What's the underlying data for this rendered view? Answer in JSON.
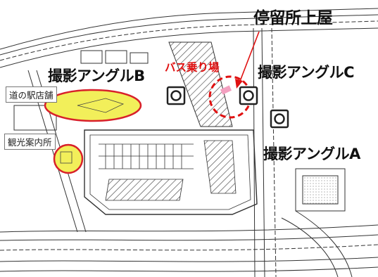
{
  "map": {
    "labels": {
      "shelter": "停留所上屋",
      "angle_a": "撮影アングルA",
      "angle_b": "撮影アングルB",
      "angle_c": "撮影アングルC",
      "bus_stop": "バス乗り場",
      "roadside_station_shops": "道の駅店舗",
      "tourist_info": "観光案内所"
    },
    "colors": {
      "highlight_fill": "#f2ef5a",
      "highlight_stroke": "#d8202a",
      "callout_red": "#e01010",
      "line": "#333333",
      "hatch": "#555555",
      "camera_body": "#222222"
    },
    "icons": [
      "camera-icon-b",
      "camera-icon-c",
      "camera-icon-a",
      "arrow-icon"
    ]
  }
}
